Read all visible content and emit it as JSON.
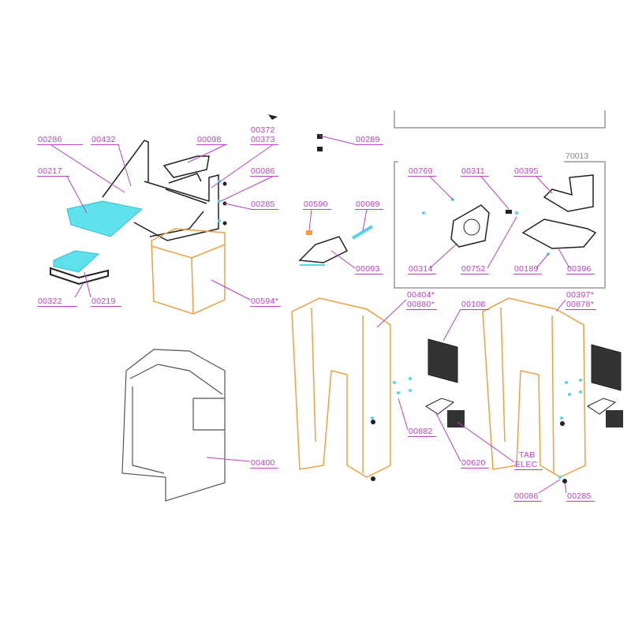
{
  "group_label": "70013",
  "labels": {
    "p00286": "00286",
    "p00432": "00432",
    "p00098": "00098",
    "p00372": "00372",
    "p00373": "00373",
    "p00217": "00217",
    "p00086a": "00086",
    "p00285a": "00285",
    "p00322": "00322",
    "p00219": "00219",
    "p00594": "00594*",
    "p00400": "00400",
    "p00289": "00289",
    "p00590": "00590",
    "p00089": "00089",
    "p00093": "00093",
    "p00769": "00769",
    "p00311": "00311",
    "p00395": "00395",
    "p00314": "00314",
    "p00752": "00752",
    "p00189": "00189",
    "p00396": "00396",
    "p00404": "00404*",
    "p00880": "00880*",
    "p00108": "00108",
    "p00397": "00397*",
    "p00878": "00878*",
    "p00882": "00882",
    "p00620": "00620",
    "tab": "TAB",
    "elec": "ELEC",
    "p00086b": "00086",
    "p00285b": "00285"
  },
  "colors": {
    "label": "#c040c8",
    "highlight": "#4fd8e6",
    "frame": "#f0a040",
    "line": "#222222",
    "box": "#999999"
  }
}
